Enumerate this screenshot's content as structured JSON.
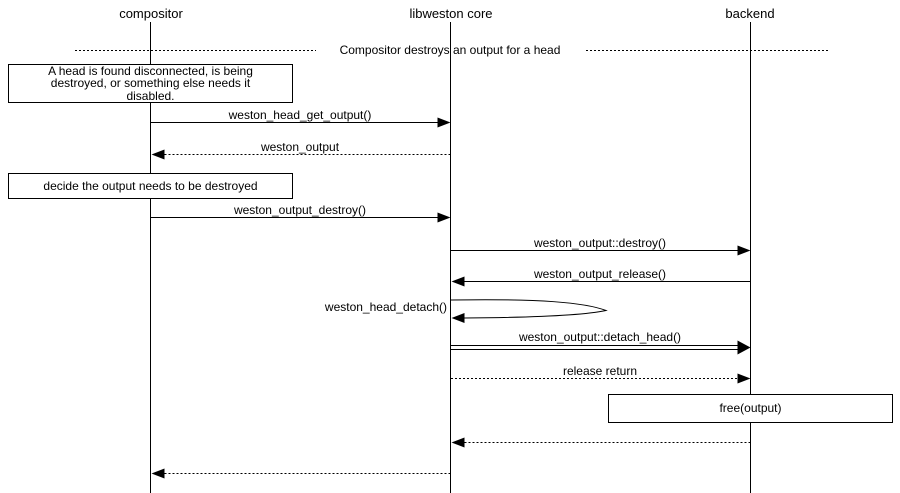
{
  "participants": [
    {
      "label": "compositor"
    },
    {
      "label": "libweston core"
    },
    {
      "label": "backend"
    }
  ],
  "divider": {
    "label": "Compositor destroys an output for a head"
  },
  "notes": [
    {
      "lines": [
        "A head is found disconnected, is being",
        "destroyed, or something else needs it",
        "disabled."
      ]
    },
    {
      "lines": [
        "decide the output needs to be destroyed"
      ]
    },
    {
      "lines": [
        "free(output)"
      ]
    }
  ],
  "messages": [
    {
      "label": "weston_head_get_output()",
      "from": "compositor",
      "to": "libweston core",
      "line": "solid"
    },
    {
      "label": "weston_output",
      "from": "libweston core",
      "to": "compositor",
      "line": "dotted"
    },
    {
      "label": "weston_output_destroy()",
      "from": "compositor",
      "to": "libweston core",
      "line": "solid"
    },
    {
      "label": "weston_output::destroy()",
      "from": "libweston core",
      "to": "backend",
      "line": "solid"
    },
    {
      "label": "weston_output_release()",
      "from": "backend",
      "to": "libweston core",
      "line": "solid"
    },
    {
      "label": "weston_head_detach()",
      "from": "libweston core",
      "to": "libweston core",
      "line": "self"
    },
    {
      "label": "weston_output::detach_head()",
      "from": "libweston core",
      "to": "backend",
      "line": "double"
    },
    {
      "label": "release return",
      "from": "libweston core",
      "to": "backend",
      "line": "dotted"
    },
    {
      "label": "",
      "from": "backend",
      "to": "libweston core",
      "line": "dotted"
    },
    {
      "label": "",
      "from": "libweston core",
      "to": "compositor",
      "line": "dotted"
    }
  ],
  "colors": {
    "foreground": "#000000",
    "background": "#ffffff"
  }
}
